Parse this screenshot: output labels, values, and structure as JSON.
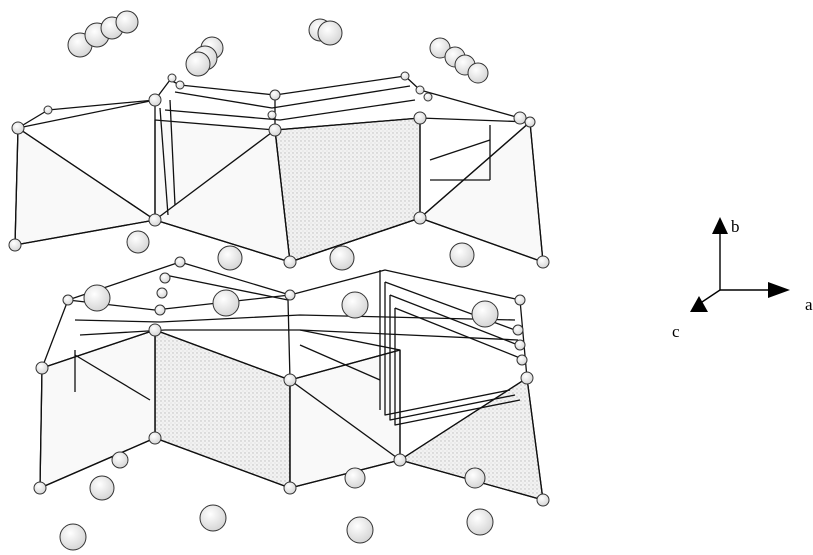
{
  "figure": {
    "kind": "polyhedral crystal structure",
    "colors": {
      "background": "#ffffff",
      "line": "#111111",
      "face_shaded": "#e4e4e4",
      "face_light": "#f7f7f7",
      "atom_fill": "#efefef",
      "atom_stroke": "#333333"
    }
  },
  "axes": {
    "b_label": "b",
    "a_label": "a",
    "c_label": "c"
  }
}
